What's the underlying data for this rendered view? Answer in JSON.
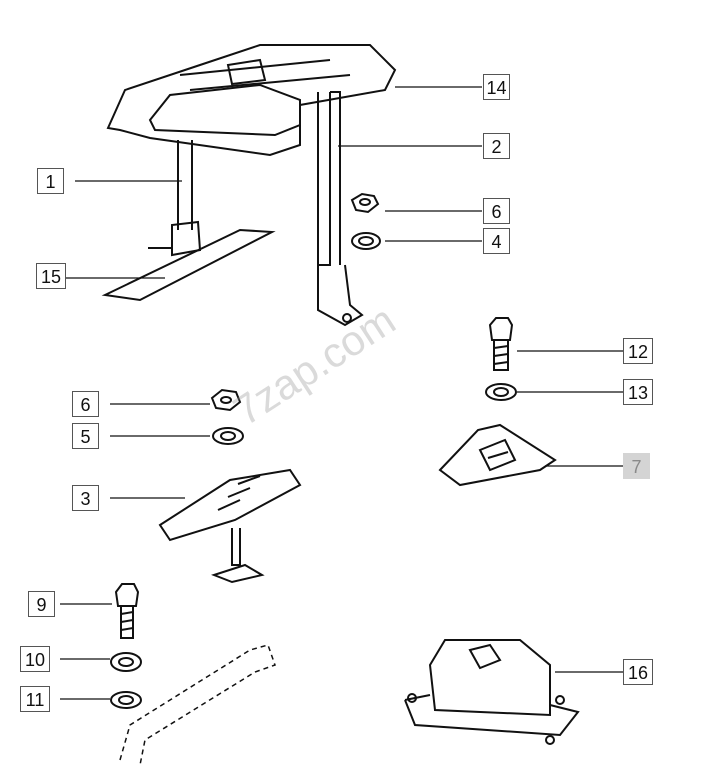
{
  "watermark": "7zap.com",
  "callouts": {
    "c14": "14",
    "c2": "2",
    "c1": "1",
    "c6a": "6",
    "c4": "4",
    "c15": "15",
    "c12": "12",
    "c13": "13",
    "c6b": "6",
    "c5": "5",
    "c7": "7",
    "c3": "3",
    "c9": "9",
    "c10": "10",
    "c11": "11",
    "c16": "16"
  },
  "highlight_color": "#d4d4d4"
}
